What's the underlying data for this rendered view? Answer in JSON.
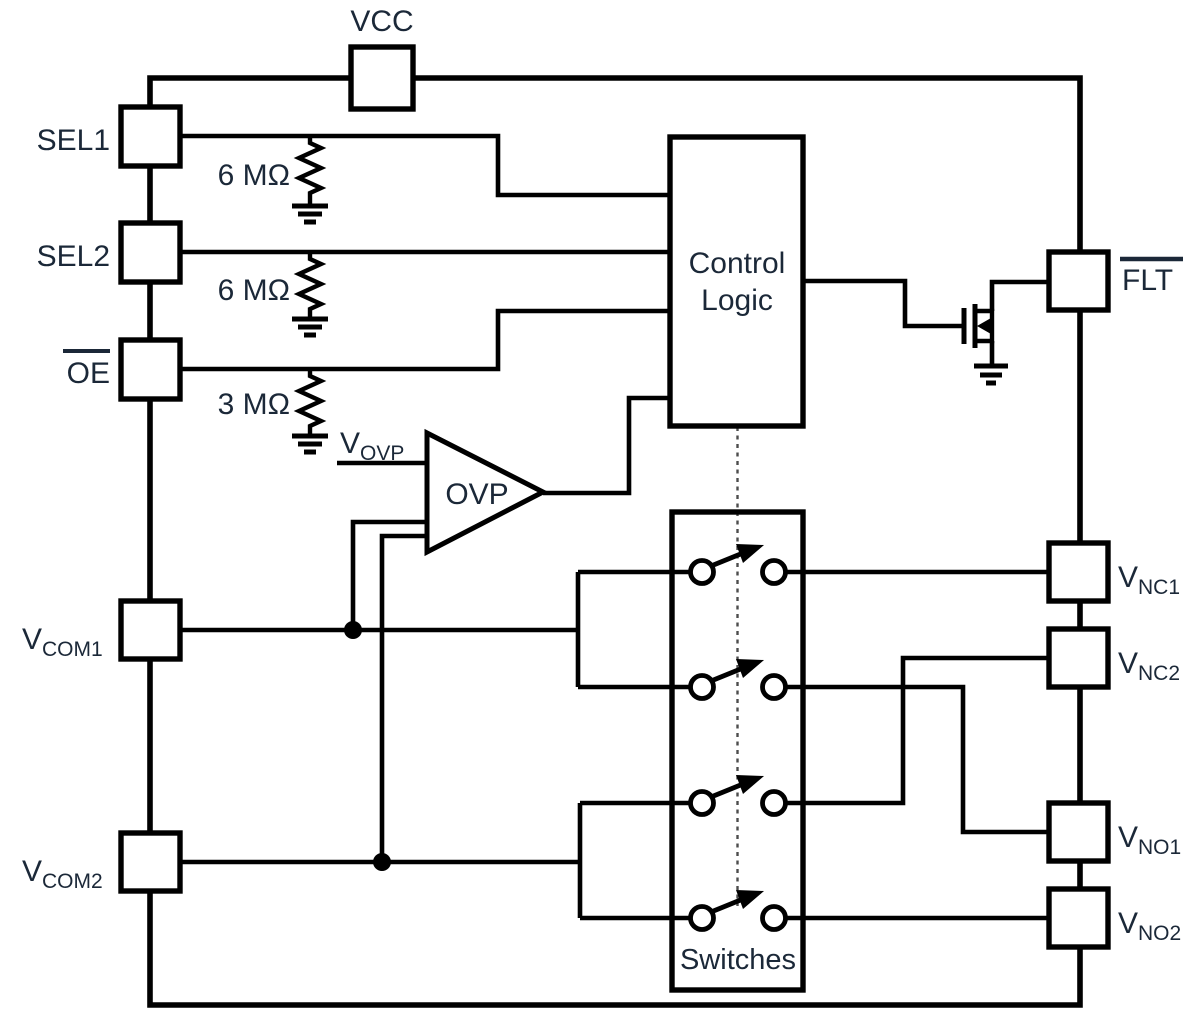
{
  "colors": {
    "line": "#000000",
    "text": "#1b2838",
    "background": "#ffffff",
    "dashed_link": "#4d4d4d"
  },
  "pins": {
    "vcc": {
      "label": "VCC"
    },
    "sel1": {
      "label": "SEL1"
    },
    "sel2": {
      "label": "SEL2"
    },
    "oe": {
      "label": "OE",
      "overline": true
    },
    "vcom1": {
      "base": "V",
      "sub": "COM1"
    },
    "vcom2": {
      "base": "V",
      "sub": "COM2"
    },
    "flt": {
      "label": "FLT",
      "overline": true
    },
    "vnc1": {
      "base": "V",
      "sub": "NC1"
    },
    "vnc2": {
      "base": "V",
      "sub": "NC2"
    },
    "vno1": {
      "base": "V",
      "sub": "NO1"
    },
    "vno2": {
      "base": "V",
      "sub": "NO2"
    }
  },
  "blocks": {
    "control_logic": {
      "line1": "Control",
      "line2": "Logic"
    },
    "switches": {
      "label": "Switches"
    },
    "ovp": {
      "label": "OVP"
    }
  },
  "signals": {
    "vovp": {
      "base": "V",
      "sub": "OVP"
    }
  },
  "resistors": [
    {
      "value": "6 MΩ"
    },
    {
      "value": "6 MΩ"
    },
    {
      "value": "3 MΩ"
    }
  ]
}
